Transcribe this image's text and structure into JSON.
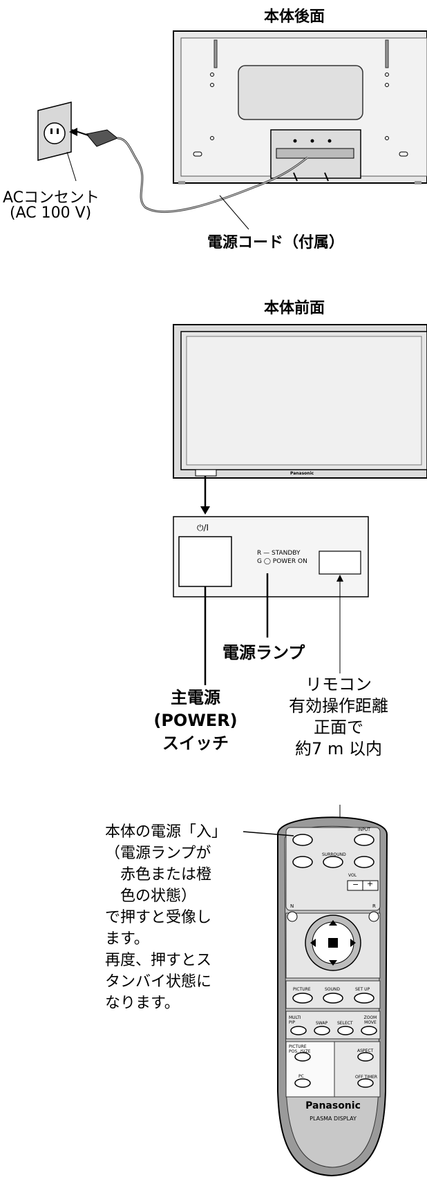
{
  "rear": {
    "heading": "本体後面",
    "outlet_label_line1": "ACコンセント",
    "outlet_label_line2": "(AC 100 V)",
    "cord_label": "電源コード（付属）"
  },
  "front": {
    "heading": "本体前面",
    "bezel_logo": "Panasonic",
    "panel_power_symbol": "⏻/I",
    "panel_standby_text": "R — STANDBY",
    "panel_poweron_text": "G ◯ POWER ON",
    "lamp_label": "電源ランプ",
    "switch_label_line1": "主電源",
    "switch_label_line2": "(POWER)",
    "switch_label_line3": "スイッチ",
    "remote_range_line1": "リモコン",
    "remote_range_line2": "有効操作距離",
    "remote_range_line3": "正面で",
    "remote_range_line4": "約7 m 以内"
  },
  "remote": {
    "note_lines": [
      "本体の電源「入」",
      "（電源ランプが",
      "　赤色または橙",
      "　色の状態）",
      "で押すと受像し",
      "ます。",
      "再度、押すとス",
      "タンバイ状態に",
      "なります。"
    ],
    "buttons": {
      "input": "INPUT",
      "surround": "SURROUND",
      "vol": "VOL",
      "vol_minus": "−",
      "vol_plus": "+",
      "n": "N",
      "r": "R",
      "picture": "PICTURE",
      "sound": "SOUND",
      "setup": "SET UP",
      "multi_pip": "MULTI PIP",
      "swap": "SWAP",
      "select": "SELECT",
      "zoom_move": "ZOOM MOVE",
      "picture_pos_size": "PICTURE POS. /SIZE",
      "aspect": "ASPECT",
      "pc": "PC",
      "off_timer": "OFF TIMER"
    },
    "brand": "Panasonic",
    "model": "PLASMA DISPLAY"
  }
}
